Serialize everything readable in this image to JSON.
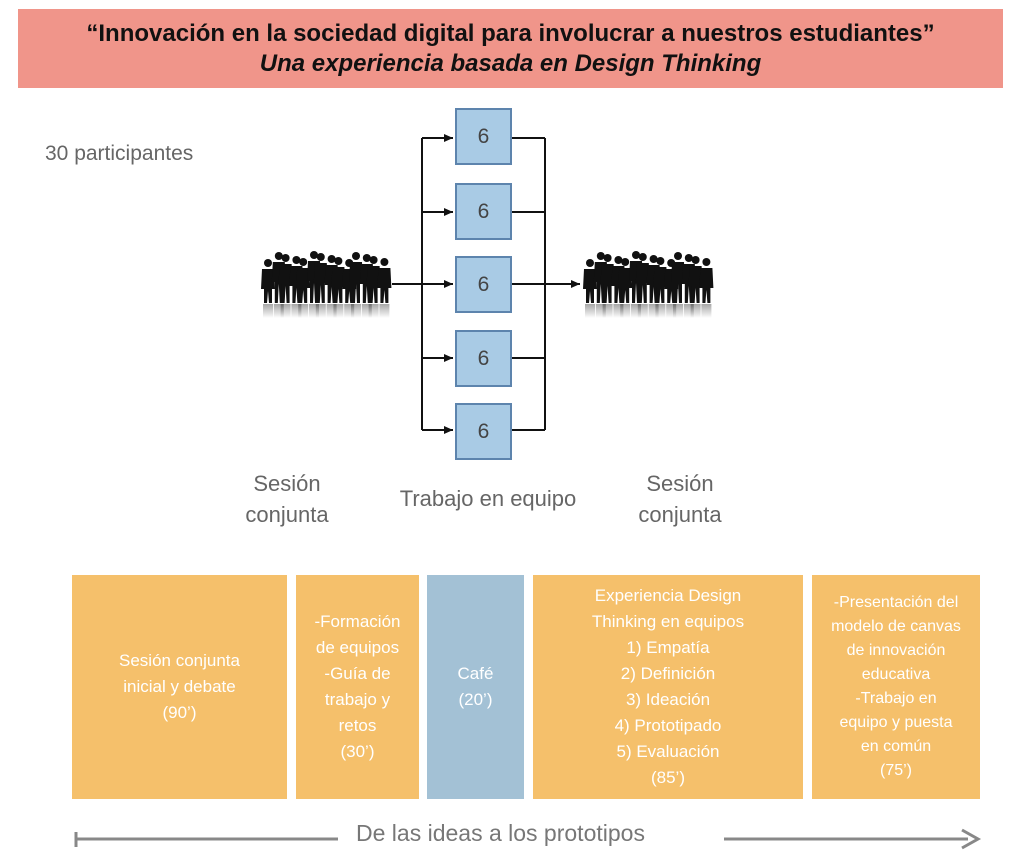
{
  "header": {
    "title": "“Innovación en la sociedad digital para involucrar a nuestros estudiantes”",
    "subtitle": "Una experiencia basada en Design Thinking"
  },
  "participants": "30 participantes",
  "teams": [
    "6",
    "6",
    "6",
    "6",
    "6"
  ],
  "labels": {
    "left_1": "Sesión",
    "left_2": "conjunta",
    "center": "Trabajo en equipo",
    "right_1": "Sesión",
    "right_2": "conjunta"
  },
  "blocks": {
    "b1": [
      "Sesión conjunta",
      "inicial y debate",
      "(90’)"
    ],
    "b2": [
      "-Formación",
      "de equipos",
      "-Guía de",
      "trabajo y",
      "retos",
      "(30’)"
    ],
    "b3": [
      "Café",
      "(20’)"
    ],
    "b4": [
      "Experiencia Design",
      "Thinking en equipos",
      "1) Empatía",
      "2) Definición",
      "3) Ideación",
      "4) Prototipado",
      "5) Evaluación",
      "(85’)"
    ],
    "b5": [
      "-Presentación del",
      "modelo de canvas",
      "de innovación",
      "educativa",
      "-Trabajo en",
      "equipo y puesta",
      "en común",
      "(75’)"
    ]
  },
  "timeline": "De las ideas a los prototipos",
  "colors": {
    "header": "#f0958a",
    "box_fill": "#a9cbe5",
    "box_border": "#5d84ad",
    "orange": "#f5c06b",
    "blue": "#a3c1d5"
  }
}
